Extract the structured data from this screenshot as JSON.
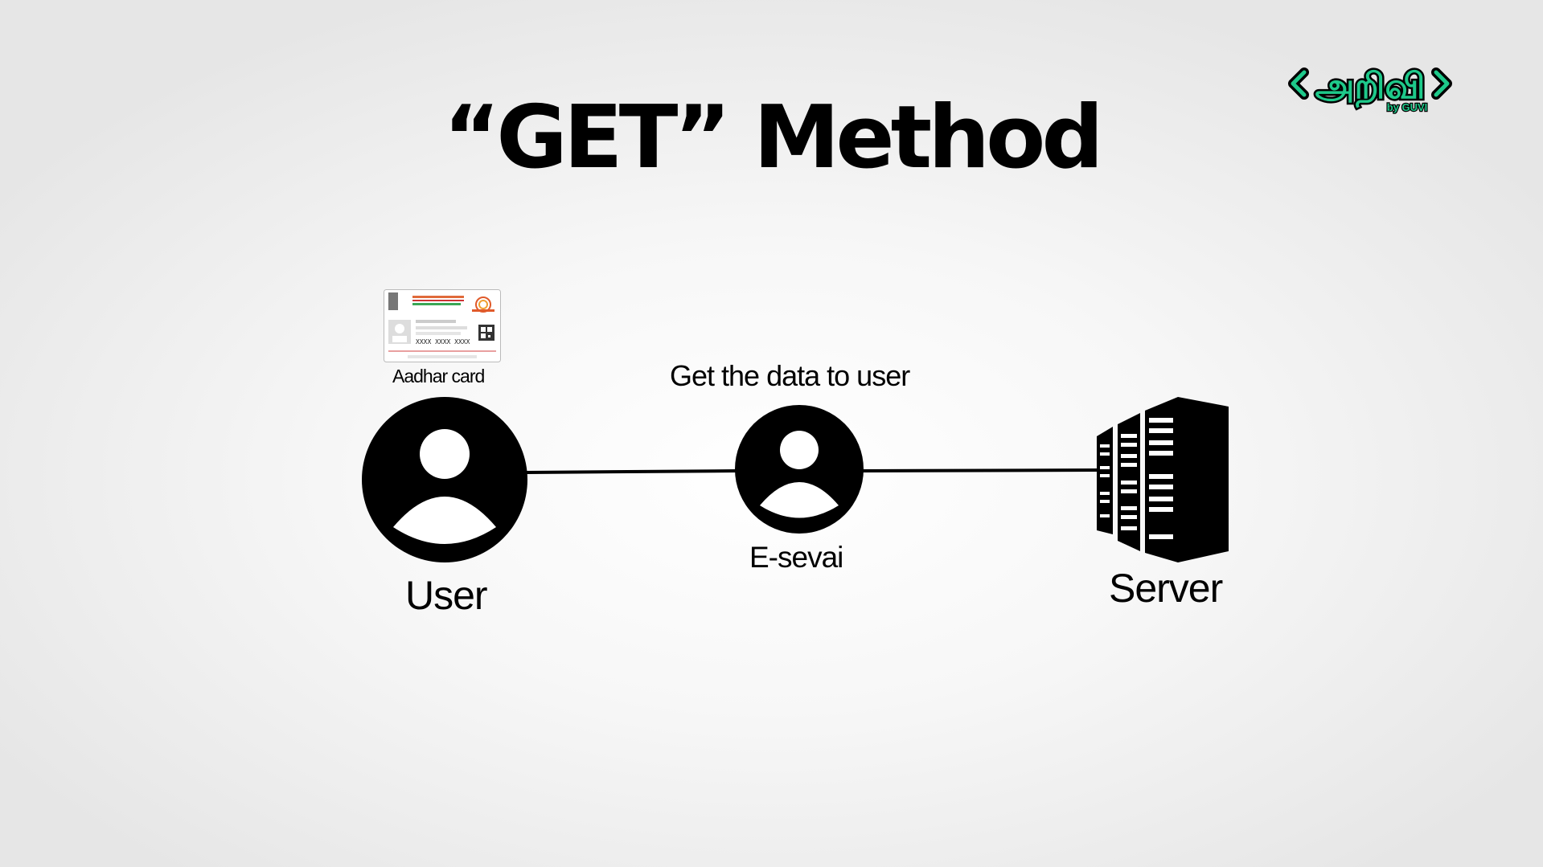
{
  "title": "“GET” Method",
  "logo": {
    "text": "அறிவி",
    "subtext": "by GUVI",
    "accent": "#1ec98a"
  },
  "diagram": {
    "card_label": "Aadhar card",
    "card_number": "XXXX XXXX XXXX",
    "edge_label": "Get the data to user",
    "nodes": {
      "user": "User",
      "esevai": "E-sevai",
      "server": "Server"
    }
  },
  "colors": {
    "ink": "#000000",
    "background": "#f2f2f2"
  }
}
